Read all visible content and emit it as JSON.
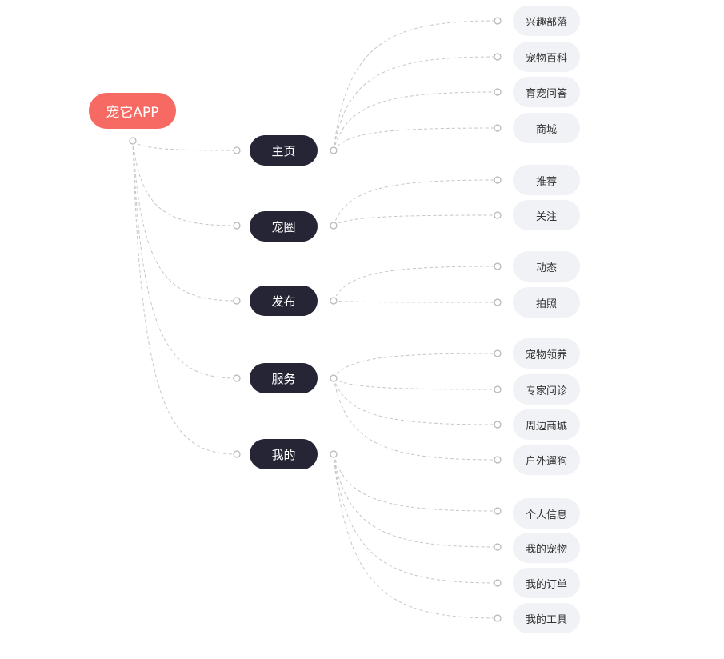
{
  "root": {
    "label": "宠它APP"
  },
  "categories": [
    {
      "label": "主页",
      "children": [
        "兴趣部落",
        "宠物百科",
        "育宠问答",
        "商城"
      ]
    },
    {
      "label": "宠圈",
      "children": [
        "推荐",
        "关注"
      ]
    },
    {
      "label": "发布",
      "children": [
        "动态",
        "拍照"
      ]
    },
    {
      "label": "服务",
      "children": [
        "宠物领养",
        "专家问诊",
        "周边商城",
        "户外遛狗"
      ]
    },
    {
      "label": "我的",
      "children": [
        "个人信息",
        "我的宠物",
        "我的订单",
        "我的工具"
      ]
    }
  ],
  "colors": {
    "root_fill": "#f76a63",
    "category_fill": "#262536",
    "leaf_fill": "#f1f2f5",
    "connector": "#c6c6c6"
  }
}
